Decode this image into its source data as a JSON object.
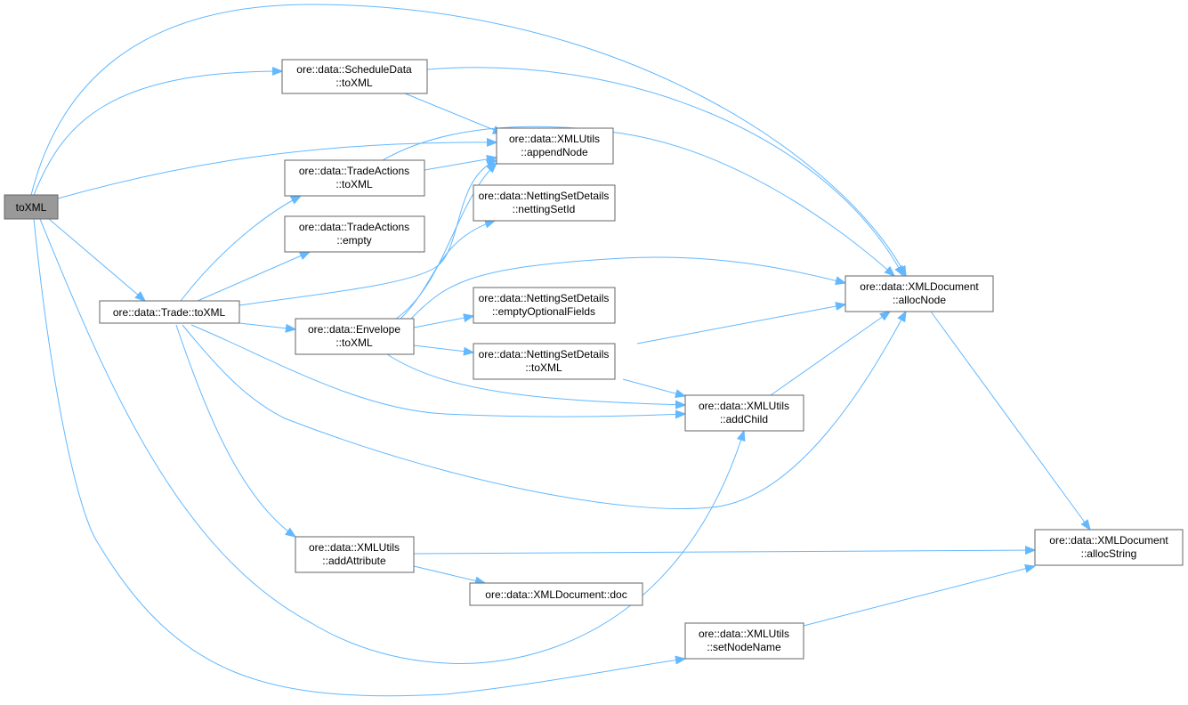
{
  "colors": {
    "edge": "#63b8ff",
    "root_fill": "#999999",
    "node_border": "#666666"
  },
  "nodes": {
    "root": {
      "line1": "toXML"
    },
    "schedule": {
      "line1": "ore::data::ScheduleData",
      "line2": "::toXML"
    },
    "append": {
      "line1": "ore::data::XMLUtils",
      "line2": "::appendNode"
    },
    "ta_toxml": {
      "line1": "ore::data::TradeActions",
      "line2": "::toXML"
    },
    "ta_empty": {
      "line1": "ore::data::TradeActions",
      "line2": "::empty"
    },
    "nsid": {
      "line1": "ore::data::NettingSetDetails",
      "line2": "::nettingSetId"
    },
    "trade": {
      "line1": "ore::data::Trade::toXML"
    },
    "allocnode": {
      "line1": "ore::data::XMLDocument",
      "line2": "::allocNode"
    },
    "emptyopt": {
      "line1": "ore::data::NettingSetDetails",
      "line2": "::emptyOptionalFields"
    },
    "envelope": {
      "line1": "ore::data::Envelope",
      "line2": "::toXML"
    },
    "nsd_toxml": {
      "line1": "ore::data::NettingSetDetails",
      "line2": "::toXML"
    },
    "addchild": {
      "line1": "ore::data::XMLUtils",
      "line2": "::addChild"
    },
    "addattr": {
      "line1": "ore::data::XMLUtils",
      "line2": "::addAttribute"
    },
    "doc": {
      "line1": "ore::data::XMLDocument::doc"
    },
    "allocstring": {
      "line1": "ore::data::XMLDocument",
      "line2": "::allocString"
    },
    "setnodename": {
      "line1": "ore::data::XMLUtils",
      "line2": "::setNodeName"
    }
  }
}
